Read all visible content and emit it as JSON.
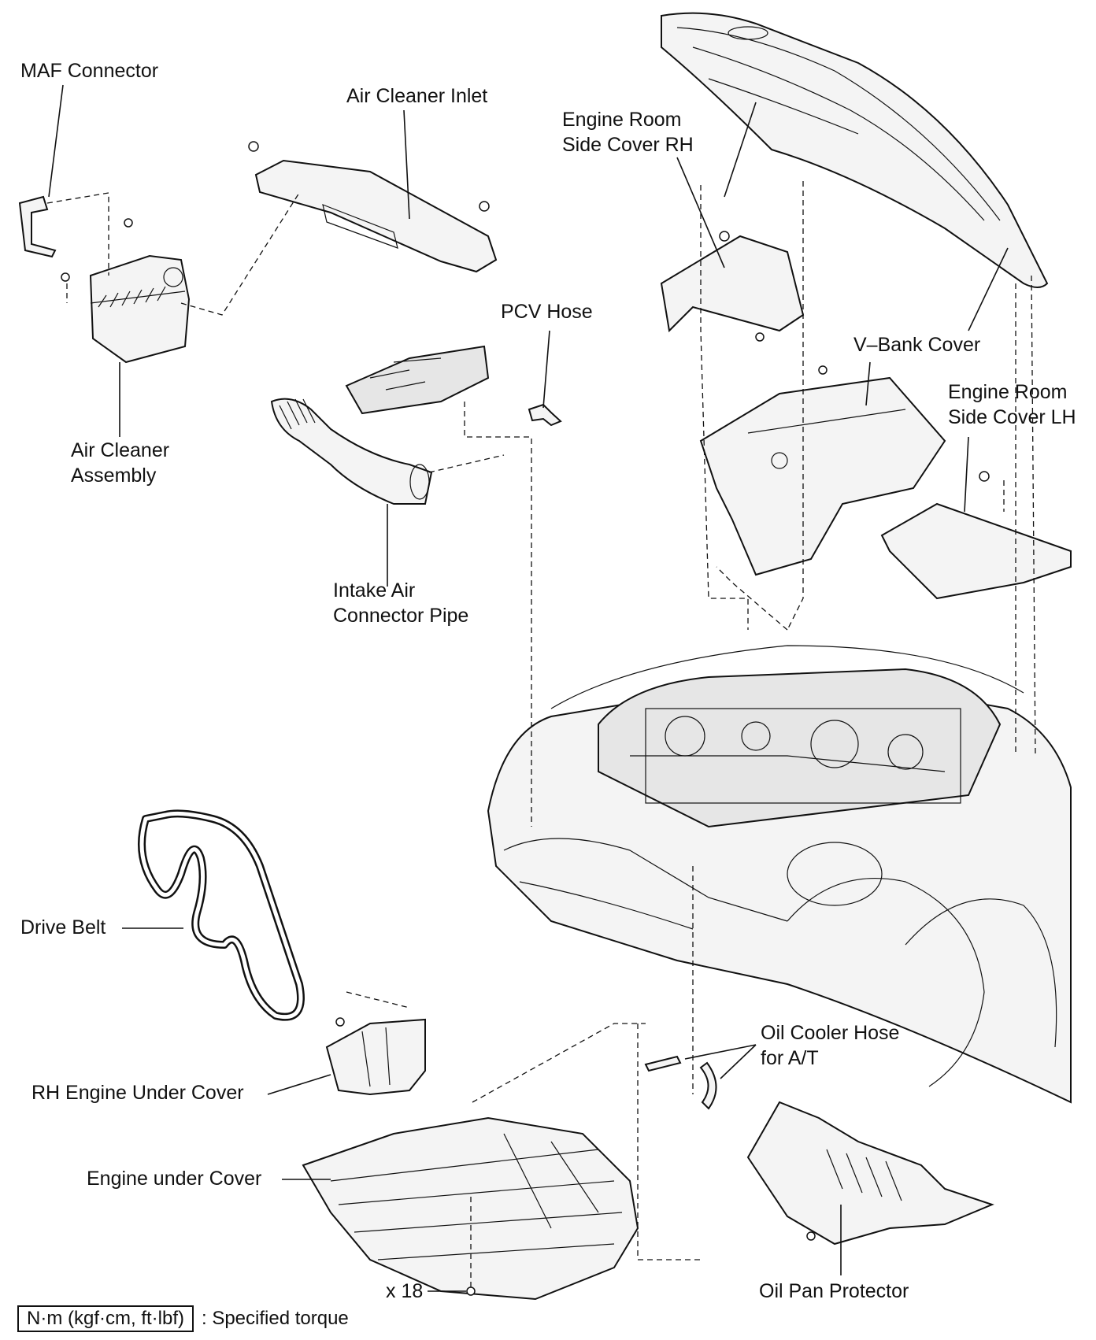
{
  "labels": {
    "maf_connector": "MAF Connector",
    "air_cleaner_inlet": "Air Cleaner Inlet",
    "engine_room_side_cover_rh": "Engine Room\nSide Cover RH",
    "pcv_hose": "PCV Hose",
    "v_bank_cover": "V–Bank Cover",
    "engine_room_side_cover_lh": "Engine Room\nSide Cover LH",
    "air_cleaner_assembly": "Air Cleaner\nAssembly",
    "intake_air_connector_pipe": "Intake Air\nConnector Pipe",
    "drive_belt": "Drive Belt",
    "oil_cooler_hose": "Oil Cooler Hose\nfor A/T",
    "rh_engine_under_cover": "RH Engine Under Cover",
    "engine_under_cover": "Engine under Cover",
    "oil_pan_protector": "Oil Pan Protector",
    "bolt_count": "x 18"
  },
  "legend": {
    "torque_unit": "N·m (kgf·cm, ft·lbf)",
    "torque_text": ": Specified torque"
  }
}
